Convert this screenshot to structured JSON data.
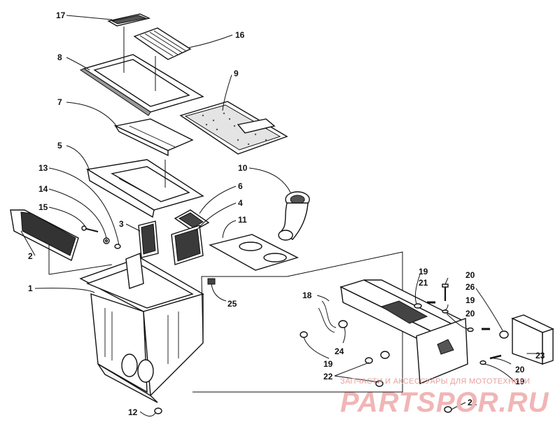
{
  "labels": {
    "l1": "1",
    "l2": "2",
    "l3": "3",
    "l4": "4",
    "l5": "5",
    "l6": "6",
    "l7": "7",
    "l8": "8",
    "l9": "9",
    "l10": "10",
    "l11": "11",
    "l12": "12",
    "l13": "13",
    "l14": "14",
    "l15": "15",
    "l16": "16",
    "l17": "17",
    "l18": "18",
    "l19a": "19",
    "l19b": "19",
    "l19c": "19",
    "l19d": "19",
    "l20a": "20",
    "l20b": "20",
    "l20c": "20",
    "l21": "21",
    "l22a": "22",
    "l22b": "22",
    "l23": "23",
    "l24": "24",
    "l25": "25",
    "l26": "26"
  },
  "watermark": {
    "top_text": "ЗАПЧАСТИ И АКСЕССУАРЫ ДЛЯ МОТОТЕХНИКИ",
    "logo_text": "PARTSPOR.RU"
  },
  "colors": {
    "line": "#111111",
    "background": "#ffffff",
    "watermark": "#f1b5b5"
  }
}
